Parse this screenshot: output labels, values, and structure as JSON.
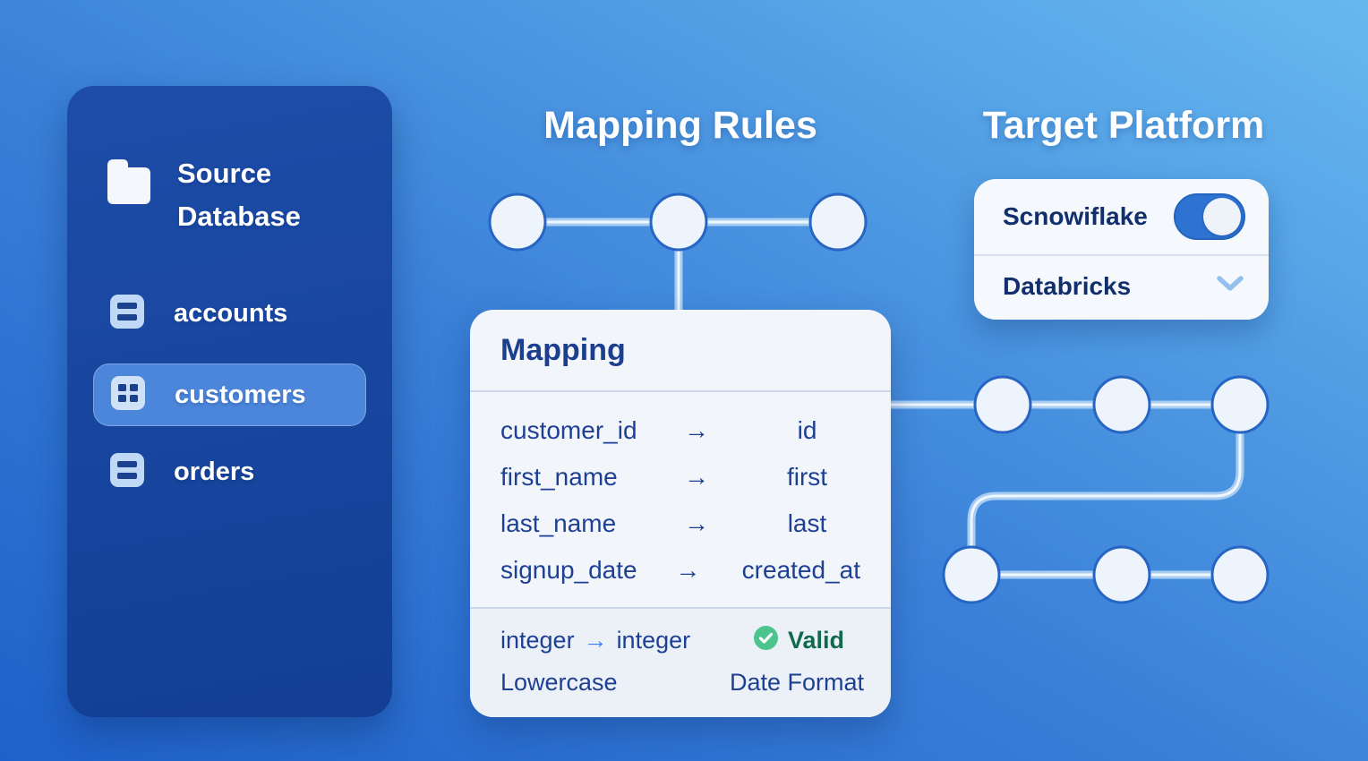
{
  "colors": {
    "background_light": "#67b8ef",
    "background_dark": "#1e61ca",
    "sidebar_bg": "#17439b",
    "selected_item_bg": "#4c86da",
    "card_bg": "#f2f6fb",
    "navy_text": "#1e4094",
    "accent_blue": "#3b82f6",
    "toggle_blue": "#2e72d2",
    "valid_green_icon": "#4cc48d",
    "valid_green_text": "#116a4c",
    "node_fill": "#edf4fb",
    "node_stroke": "#2765c5",
    "connector_blue": "#a9cdf2"
  },
  "sidebar": {
    "title": "Source Database",
    "title_icon": "folder-icon",
    "items": [
      {
        "label": "accounts",
        "icon": "table-rows-icon",
        "selected": false
      },
      {
        "label": "customers",
        "icon": "table-grid-icon",
        "selected": true
      },
      {
        "label": "orders",
        "icon": "table-rows-icon",
        "selected": false
      }
    ]
  },
  "headings": {
    "mapping_rules": "Mapping Rules",
    "target_platform": "Target Platform"
  },
  "mapping_card": {
    "title": "Mapping",
    "arrow": "→",
    "rows": [
      {
        "source": "customer_id",
        "target": "id"
      },
      {
        "source": "first_name",
        "target": "first"
      },
      {
        "source": "last_name",
        "target": "last"
      },
      {
        "source": "signup_date",
        "target": "created_at"
      }
    ],
    "footer": {
      "type_from": "integer",
      "arrow": "→",
      "type_to": "integer",
      "status_label": "Valid",
      "status_icon": "check-circle-icon",
      "transform_1": "Lowercase",
      "transform_2": "Date Format"
    }
  },
  "target_platform": {
    "options": [
      {
        "label": "Scnowiflake",
        "control": "toggle",
        "state": "on"
      },
      {
        "label": "Databricks",
        "control": "chevron-down"
      }
    ]
  }
}
